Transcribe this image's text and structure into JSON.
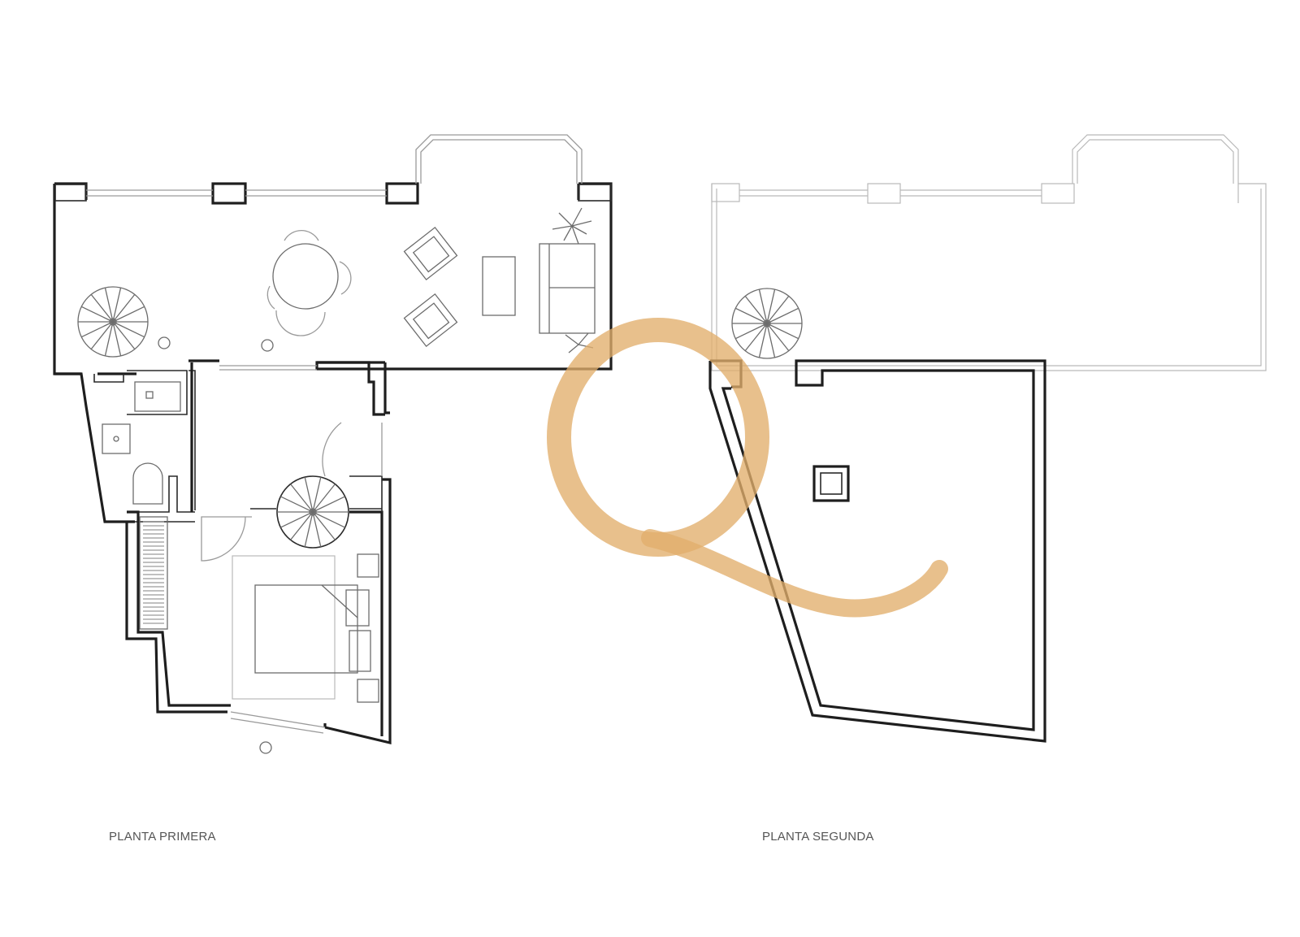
{
  "labels": {
    "first_floor": "PLANTA PRIMERA",
    "second_floor": "PLANTA SEGUNDA"
  },
  "watermark": {
    "letter": "Q",
    "color": "#e2ae6c"
  },
  "colors": {
    "wall": "#1e1e1e",
    "furniture": "#6c6c6c",
    "background": "#ffffff"
  }
}
